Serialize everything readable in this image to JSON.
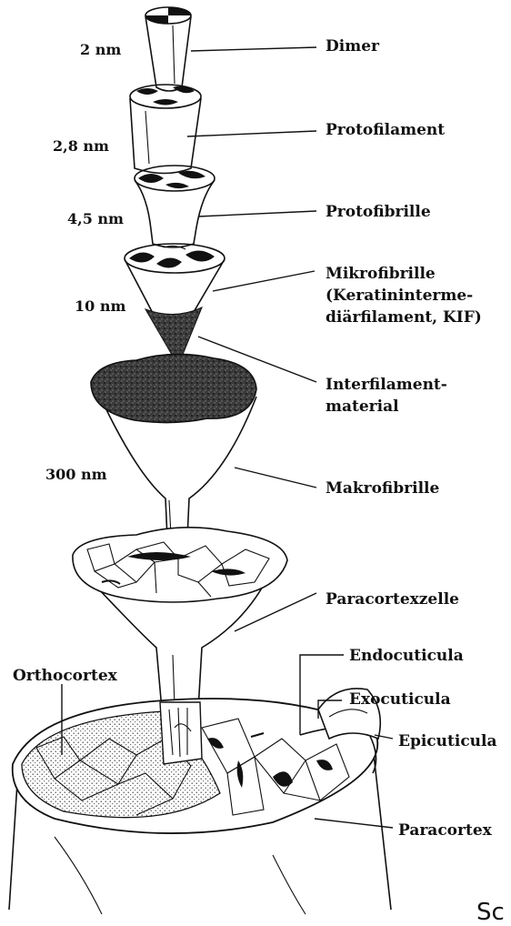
{
  "measurements": {
    "dimer": "2 nm",
    "protofilament": "2,8 nm",
    "protofibrille": "4,5 nm",
    "mikrofibrille": "10 nm",
    "makrofibrille": "300 nm"
  },
  "labels": {
    "dimer": "Dimer",
    "protofilament": "Protofilament",
    "protofibrille": "Protofibrille",
    "mikrofibrille_line1": "Mikrofibrille",
    "mikrofibrille_line2": "(Keratinintermе-",
    "mikrofibrille_line3": "diärfilament, KIF)",
    "interfilament_line1": "Interfilament-",
    "interfilament_line2": "material",
    "makrofibrille": "Makrofibrille",
    "paracortexzelle": "Paracortexzelle",
    "endocuticula": "Endocuticula",
    "exocuticula": "Exocuticula",
    "epicuticula": "Epicuticula",
    "orthocortex": "Orthocortex",
    "paracortex": "Paracortex"
  },
  "cutoff_text": "Sc"
}
